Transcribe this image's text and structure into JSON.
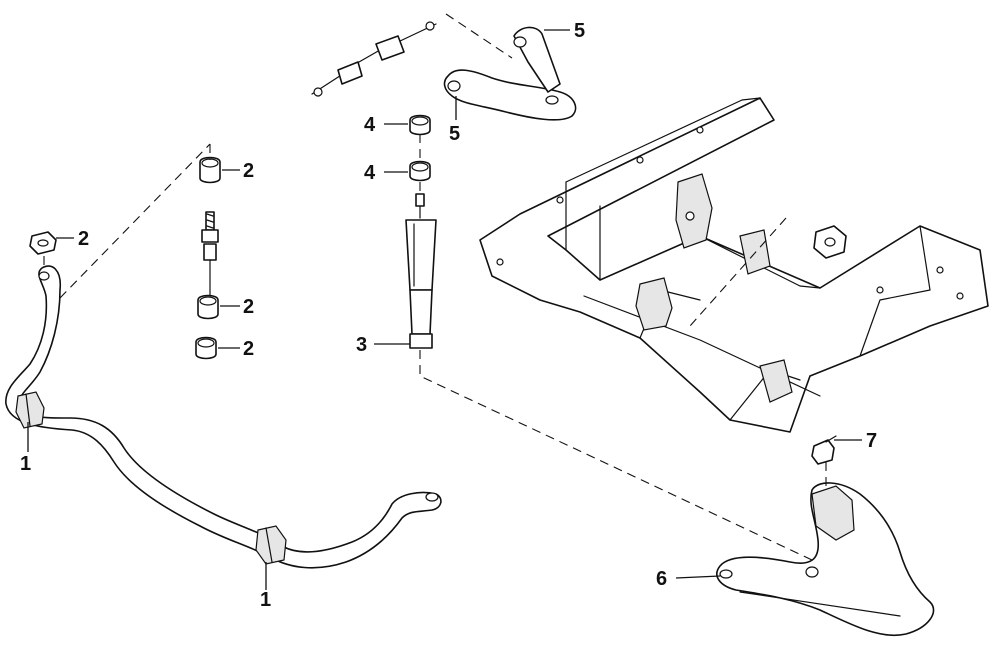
{
  "callouts": [
    {
      "id": "c1a",
      "text": "1"
    },
    {
      "id": "c1b",
      "text": "1"
    },
    {
      "id": "c2a",
      "text": "2"
    },
    {
      "id": "c2b",
      "text": "2"
    },
    {
      "id": "c2c",
      "text": "2"
    },
    {
      "id": "c2d",
      "text": "2"
    },
    {
      "id": "c3",
      "text": "3"
    },
    {
      "id": "c4a",
      "text": "4"
    },
    {
      "id": "c4b",
      "text": "4"
    },
    {
      "id": "c5a",
      "text": "5"
    },
    {
      "id": "c5b",
      "text": "5"
    },
    {
      "id": "c6",
      "text": "6"
    },
    {
      "id": "c7",
      "text": "7"
    }
  ]
}
